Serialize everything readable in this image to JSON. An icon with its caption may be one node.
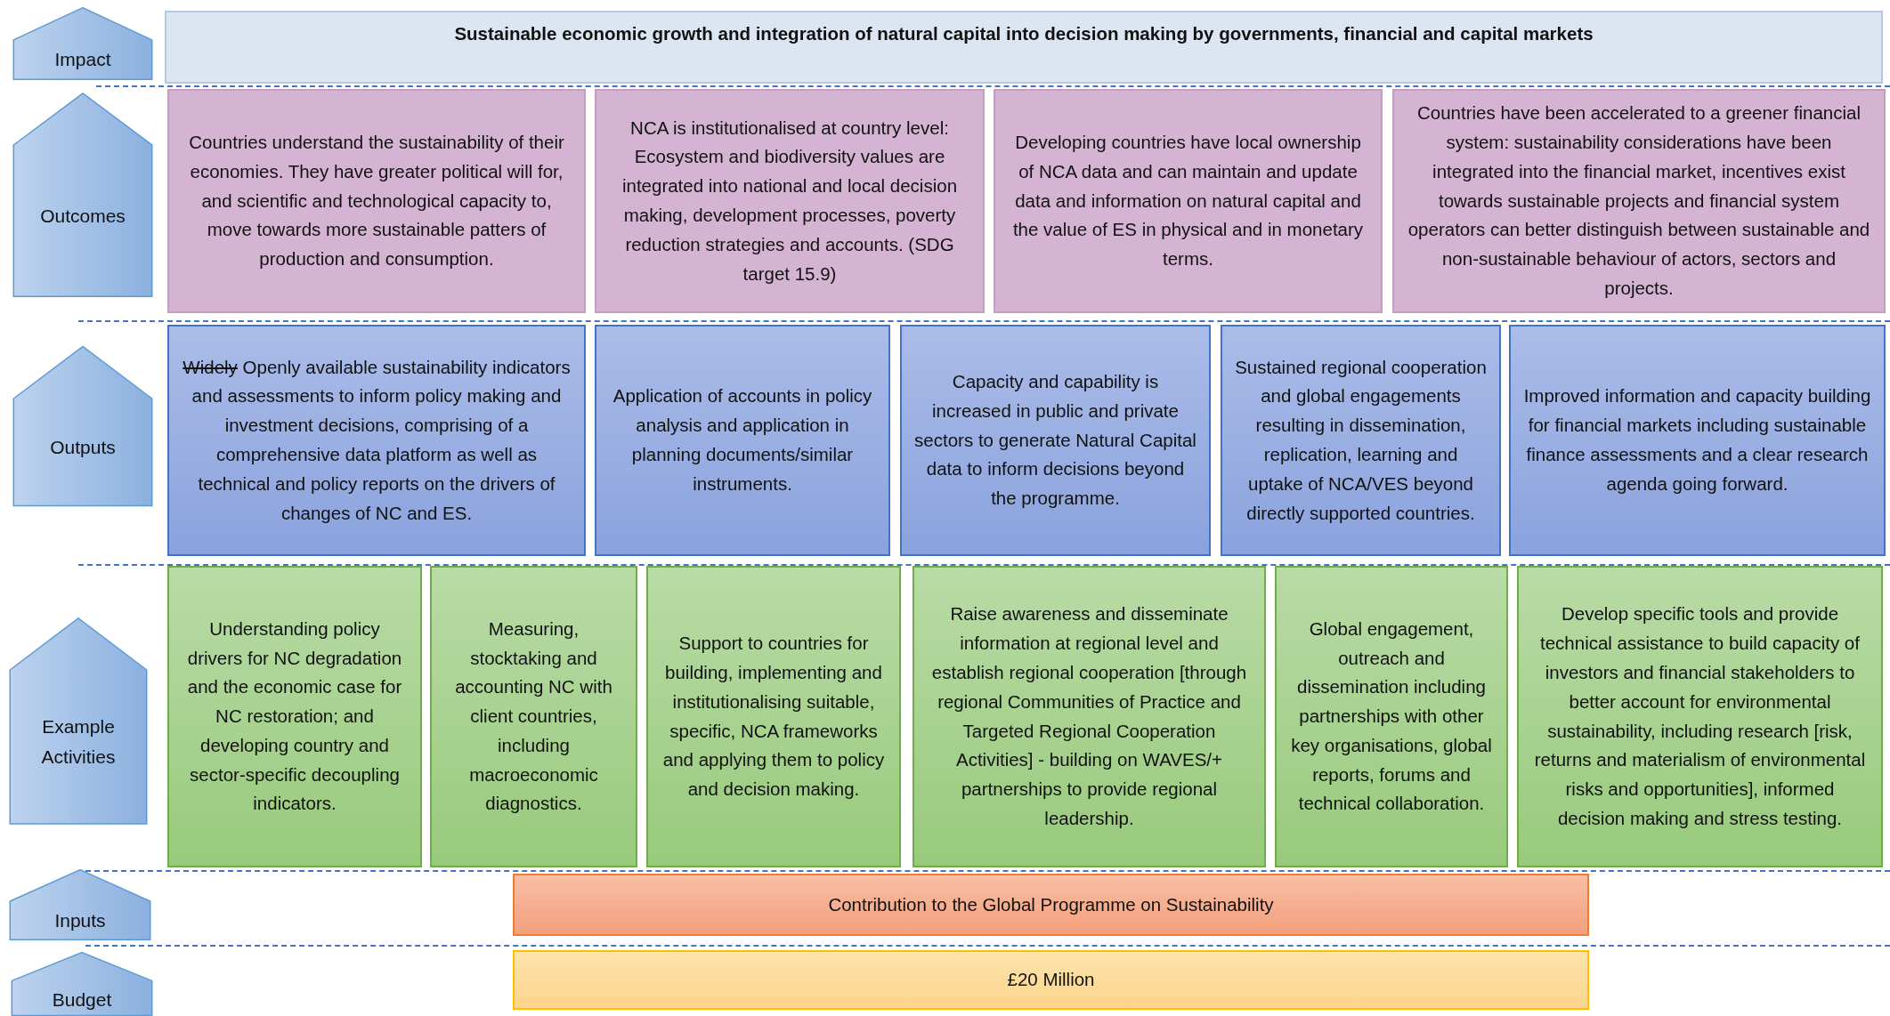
{
  "diagram": {
    "nodes": [
      {
        "text": [
          "Impact"
        ]
      },
      {
        "text": [
          "Sustainable economic growth and integration of natural capital into decision making by governments, financial and capital markets"
        ]
      },
      {
        "text": [
          "Outcomes"
        ]
      },
      {
        "text": [
          "Countries understand the sustainability of their economies. They have greater political will for, and scientific and technological capacity to, move towards more sustainable patters of production and consumption."
        ]
      },
      {
        "text": [
          "NCA is institutionalised at country level: Ecosystem and biodiversity values are integrated into national and local decision making, development processes, poverty reduction strategies and accounts. (SDG target 15.9)"
        ]
      },
      {
        "text": [
          "Developing countries have local ownership of NCA data and can maintain and update data and information on natural capital and the value of ES in physical and in monetary terms."
        ]
      },
      {
        "text": [
          "Countries have been accelerated to a greener financial system: sustainability considerations have been integrated into the financial market, incentives exist towards sustainable projects and financial system operators can better distinguish between sustainable and non-sustainable behaviour of actors, sectors and projects."
        ]
      },
      {
        "text": [
          "Outputs"
        ]
      },
      {
        "text": [
          "Widely",
          "Openly available sustainability indicators and assessments to inform policy making and investment decisions, comprising of a comprehensive data platform as well as technical and policy reports on the drivers of changes of NC and ES."
        ]
      },
      {
        "text": [
          "Application of accounts in policy analysis and application in planning documents/similar instruments."
        ]
      },
      {
        "text": [
          "Capacity and capability is increased in public and private sectors to generate Natural Capital data to inform decisions beyond the programme."
        ]
      },
      {
        "text": [
          "Sustained regional cooperation and global engagements resulting in dissemination, replication, learning and uptake of NCA/VES beyond directly supported countries."
        ]
      },
      {
        "text": [
          "Improved information and capacity building for financial markets including sustainable finance assessments and a clear research agenda going forward."
        ]
      },
      {
        "text": [
          "Example Activities"
        ]
      },
      {
        "text": [
          "Understanding policy drivers for NC degradation and the economic case for NC restoration; and developing country and sector-specific decoupling indicators."
        ]
      },
      {
        "text": [
          "Measuring, stocktaking and accounting NC with client countries, including macroeconomic diagnostics."
        ]
      },
      {
        "text": [
          "Support to countries for building, implementing and institutionalising suitable, specific, NCA frameworks and applying them to policy and decision making."
        ]
      },
      {
        "text": [
          "Raise awareness and disseminate information at regional level and establish regional cooperation [through regional Communities of Practice and Targeted Regional Cooperation Activities] - building on WAVES/+ partnerships to provide regional leadership."
        ]
      },
      {
        "text": [
          "Global engagement, outreach and dissemination including partnerships with other key organisations, global reports, forums and technical collaboration."
        ]
      },
      {
        "text": [
          "Develop specific tools and provide technical assistance to build capacity of investors and financial stakeholders to better account for environmental sustainability, including research [risk, returns and materialism of environmental risks and opportunities], informed decision making and stress testing."
        ]
      },
      {
        "text": [
          "Inputs"
        ]
      },
      {
        "text": [
          "Contribution to the Global Programme on Sustainability"
        ]
      },
      {
        "text": [
          "Budget"
        ]
      },
      {
        "text": [
          "£20 Million"
        ]
      }
    ]
  }
}
